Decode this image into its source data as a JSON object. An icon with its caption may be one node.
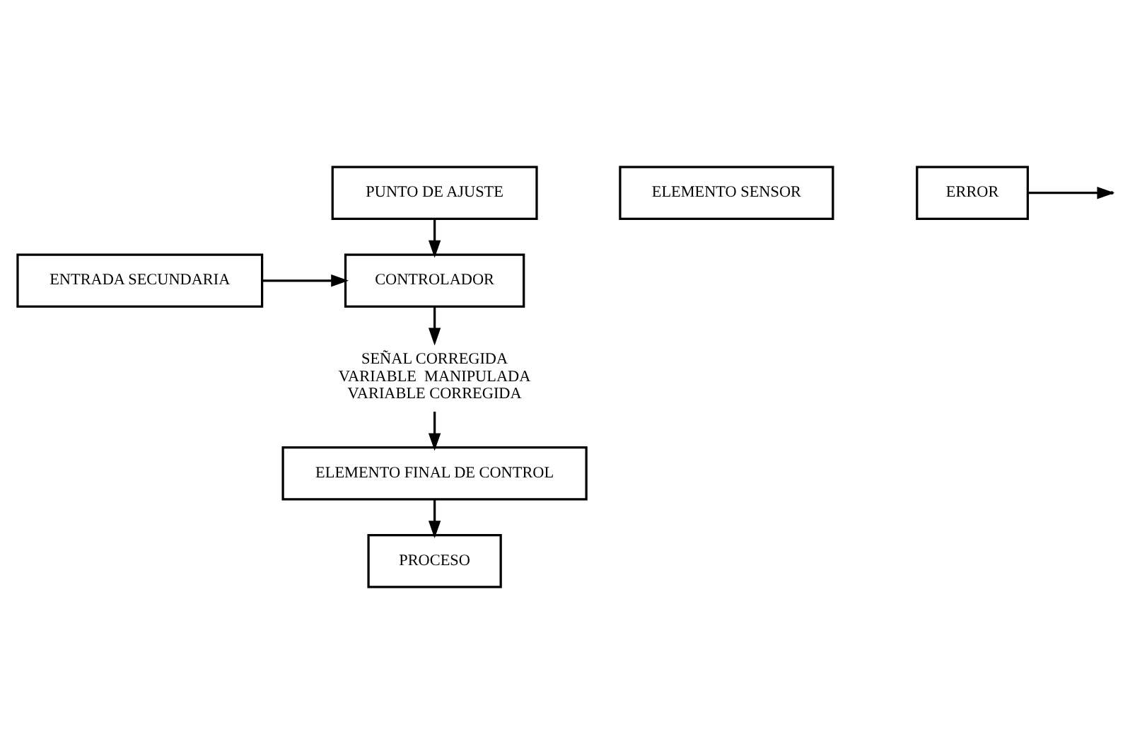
{
  "diagram": {
    "nodes": [
      {
        "text": [
          "PUNTO DE AJUSTE"
        ]
      },
      {
        "text": [
          "CONTROLADOR"
        ]
      },
      {
        "text": [
          "ENTRADA SECUNDARIA"
        ]
      },
      {
        "text": [
          "SEÑAL CORREGIDA",
          "VARIABLE  MANIPULADA",
          "VARIABLE CORREGIDA"
        ]
      },
      {
        "text": [
          "ELEMENTO SENSOR"
        ]
      },
      {
        "text": [
          "ERROR"
        ]
      },
      {
        "text": [
          "ELEMENTO FINAL DE CONTROL"
        ]
      },
      {
        "text": [
          "PROCESO"
        ]
      }
    ],
    "edges": [
      {
        "from": 0,
        "to": 1,
        "arrow": "to"
      },
      {
        "from": 2,
        "to": 1,
        "arrow": "to"
      },
      {
        "from": 1,
        "to": 3,
        "arrow": "to"
      },
      {
        "from": 3,
        "to": 6,
        "arrow": "to"
      },
      {
        "from": 5,
        "to": null,
        "arrow": "to"
      },
      {
        "from": 6,
        "to": 7,
        "arrow": "to"
      }
    ]
  }
}
